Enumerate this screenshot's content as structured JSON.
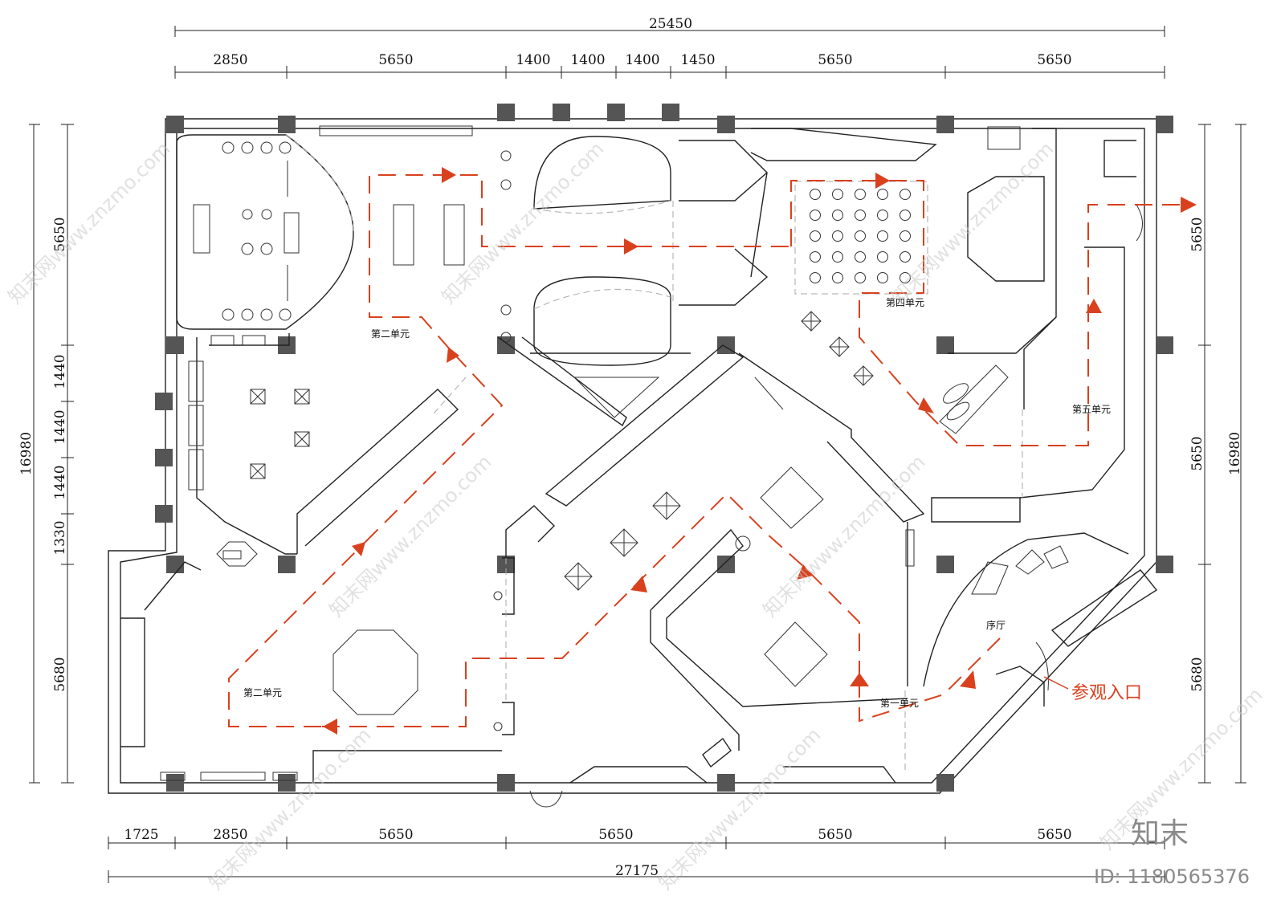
{
  "dimensions": {
    "top_total": "25450",
    "top_segments": [
      "2850",
      "5650",
      "1400",
      "1400",
      "1400",
      "1450",
      "5650",
      "5650"
    ],
    "bottom_total": "27175",
    "bottom_segments": [
      "1725",
      "2850",
      "5650",
      "5650",
      "5650",
      "5650"
    ],
    "left_total": "16980",
    "left_segments": [
      "5650",
      "1440",
      "1440",
      "1440",
      "1330",
      "5680"
    ],
    "right_total": "16980",
    "right_segments": [
      "5650",
      "5650",
      "5680"
    ]
  },
  "rooms": {
    "unit1": "第一单元",
    "unit2_left": "第二单元",
    "unit2_top": "第二单元",
    "unit4": "第四单元",
    "unit5": "第五单元",
    "foyer": "序厅"
  },
  "entrance_label": "参观入口",
  "watermark": "知末网www.znzmo.com",
  "brand_logo": "知末",
  "image_id": "ID: 1180565376",
  "colors": {
    "route": "#d9411e",
    "column": "#555555",
    "watermark": "#c9c9c9"
  }
}
